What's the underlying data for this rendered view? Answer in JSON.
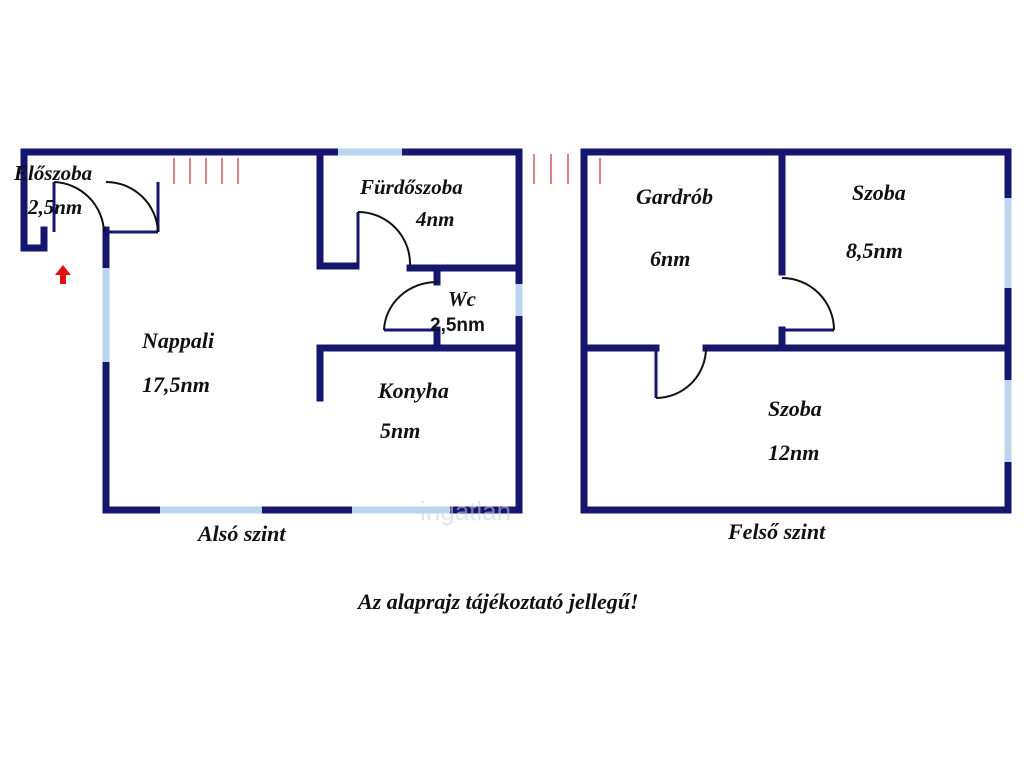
{
  "rooms": {
    "eloszoba": {
      "name": "Előszoba",
      "area": "2,5nm"
    },
    "furdoszoba": {
      "name": "Fürdőszoba",
      "area": "4nm"
    },
    "wc": {
      "name": "Wc",
      "area": "2,5nm"
    },
    "nappali": {
      "name": "Nappali",
      "area": "17,5nm"
    },
    "konyha": {
      "name": "Konyha",
      "area": "5nm"
    },
    "gardrob": {
      "name": "Gardrób",
      "area": "6nm"
    },
    "szoba1": {
      "name": "Szoba",
      "area": "8,5nm"
    },
    "szoba2": {
      "name": "Szoba",
      "area": "12nm"
    }
  },
  "levels": {
    "lower": "Alsó szint",
    "upper": "Felső szint"
  },
  "disclaimer": "Az alaprajz tájékoztató jellegű!",
  "watermark": "ingatlan",
  "colors": {
    "wall": "#16166e",
    "window": "#b9d6ee",
    "stairs": "#d9575c",
    "entrance_arrow": "#e01010"
  }
}
